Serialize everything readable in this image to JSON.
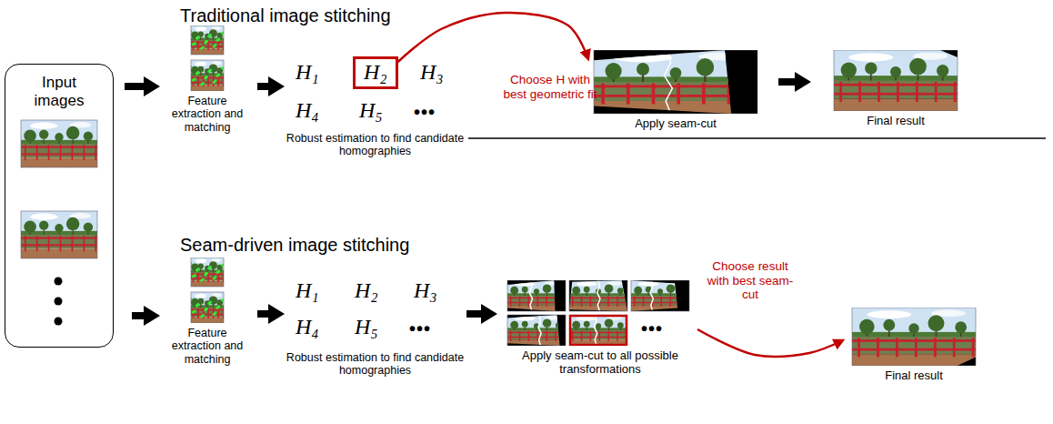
{
  "diagram": {
    "nodes": [
      {
        "text": [
          "Input images"
        ]
      },
      {
        "text": [
          "Feature extraction and matching"
        ]
      },
      {
        "text": [
          "H₂"
        ]
      },
      {
        "text": [
          "Apply seam-cut"
        ]
      },
      {
        "text": [
          "Final result"
        ]
      },
      {
        "text": [
          "Feature extraction and matching"
        ]
      },
      {
        "text": [
          "Apply seam-cut to all possible transformations"
        ]
      },
      {
        "text": [
          "Final result"
        ]
      }
    ],
    "edges": [
      {
        "from": 0,
        "to": 1,
        "arrow": "to"
      },
      {
        "from": 0,
        "to": 5,
        "arrow": "to"
      },
      {
        "from": 2,
        "to": 3,
        "arrow": "to",
        "label": "Choose H with best geometric fit"
      },
      {
        "from": 3,
        "to": 4,
        "arrow": "to"
      },
      {
        "from": 6,
        "to": 7,
        "arrow": "to",
        "label": "Choose result with best seam-cut"
      }
    ],
    "labels": [
      "Traditional image stitching",
      "H₁",
      "H₃",
      "H₄",
      "H₅",
      "•••",
      "Robust estimation to find candidate homographies",
      "Seam-driven image stitching",
      "H₁",
      "H₂",
      "H₃",
      "H₄",
      "H₅",
      "•••",
      "Robust estimation to find candidate homographies",
      "•••"
    ]
  }
}
